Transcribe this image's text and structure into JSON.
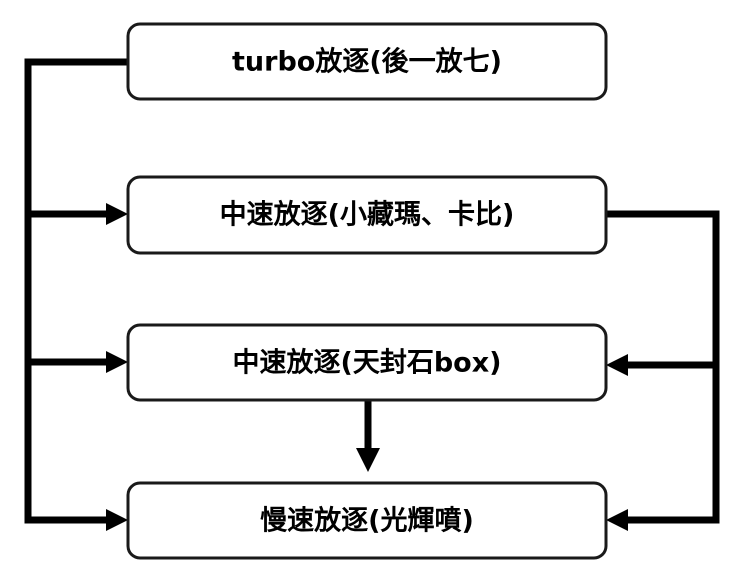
{
  "nodes": [
    {
      "id": "turbo",
      "label": "turbo放逐(後一放七)"
    },
    {
      "id": "mid1",
      "label": "中速放逐(小藏瑪、卡比)"
    },
    {
      "id": "mid2",
      "label": "中速放逐(天封石box)"
    },
    {
      "id": "slow",
      "label": "慢速放逐(光輝噴)"
    }
  ],
  "edges": [
    {
      "from": "turbo",
      "to": "mid1"
    },
    {
      "from": "turbo",
      "to": "mid2"
    },
    {
      "from": "turbo",
      "to": "slow"
    },
    {
      "from": "mid1",
      "to": "mid2"
    },
    {
      "from": "mid1",
      "to": "slow"
    },
    {
      "from": "mid2",
      "to": "slow"
    }
  ],
  "colors": {
    "stroke": "#000000",
    "box_border": "#1a1a1a",
    "box_fill": "#ffffff",
    "text": "#000000"
  }
}
